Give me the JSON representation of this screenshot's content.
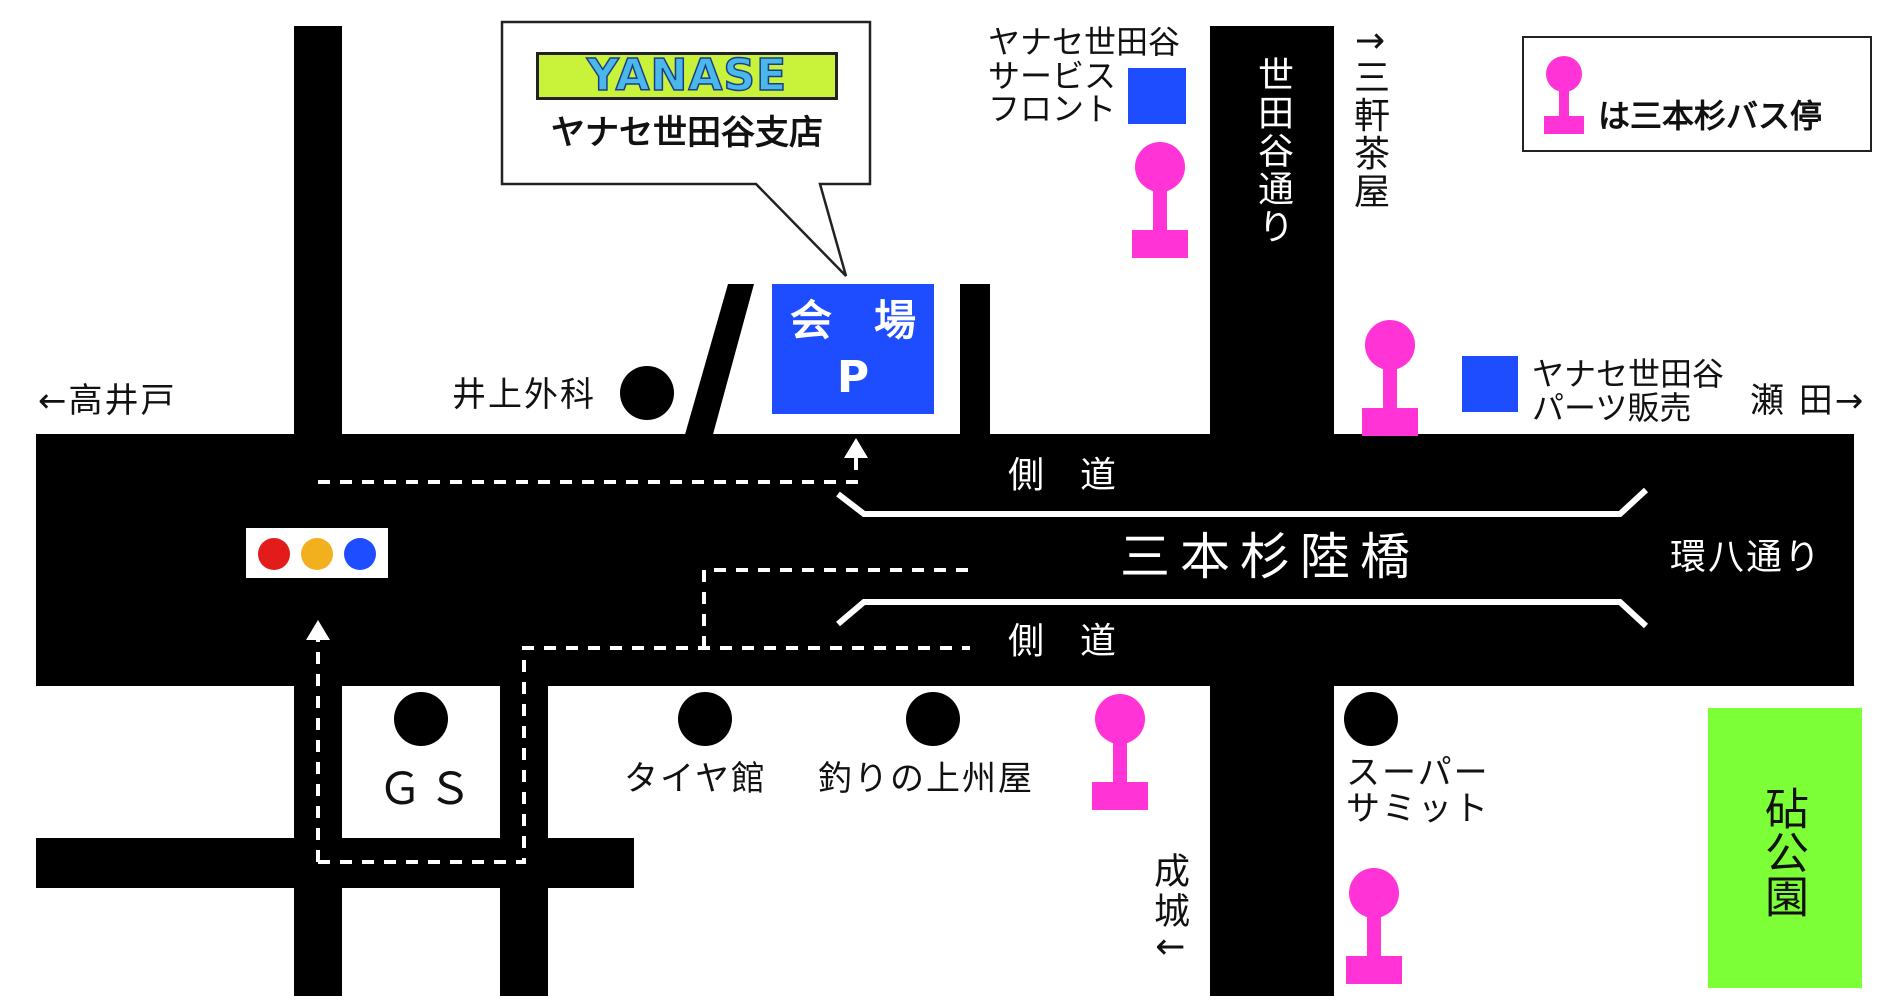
{
  "brand": {
    "logo_text": "YANASE",
    "branch": "ヤナセ世田谷支店"
  },
  "venue": {
    "line1": "会　場",
    "line2": "P"
  },
  "legend": {
    "text": "は三本杉バス停"
  },
  "colors": {
    "bus_stop": "#ff33d6",
    "facility": "#1e4cff",
    "park": "#7dff38",
    "logo_bg": "#c9f23a",
    "logo_text": "#4ab8e8",
    "signal_red": "#e31b1b",
    "signal_yellow": "#f2b01e",
    "signal_blue": "#1e4cff"
  },
  "directions": {
    "west": "←高井戸",
    "east": "瀬 田→",
    "north": "↑三軒茶屋",
    "south": "成城↓"
  },
  "roads": {
    "setagaya_dori": "世田谷通り",
    "kan8": "環八通り",
    "bridge": "三本杉陸橋",
    "side_top": "側　道",
    "side_bottom": "側　道"
  },
  "places": {
    "inoue": "井上外科",
    "service_front": "ヤナセ世田谷\nサービス\nフロント",
    "parts": "ヤナセ世田谷\nパーツ販売",
    "gs": "ＧＳ",
    "tire": "タイヤ館",
    "fishing": "釣りの上州屋",
    "supermarket": "スーパー\nサミット",
    "park": "砧公園"
  }
}
